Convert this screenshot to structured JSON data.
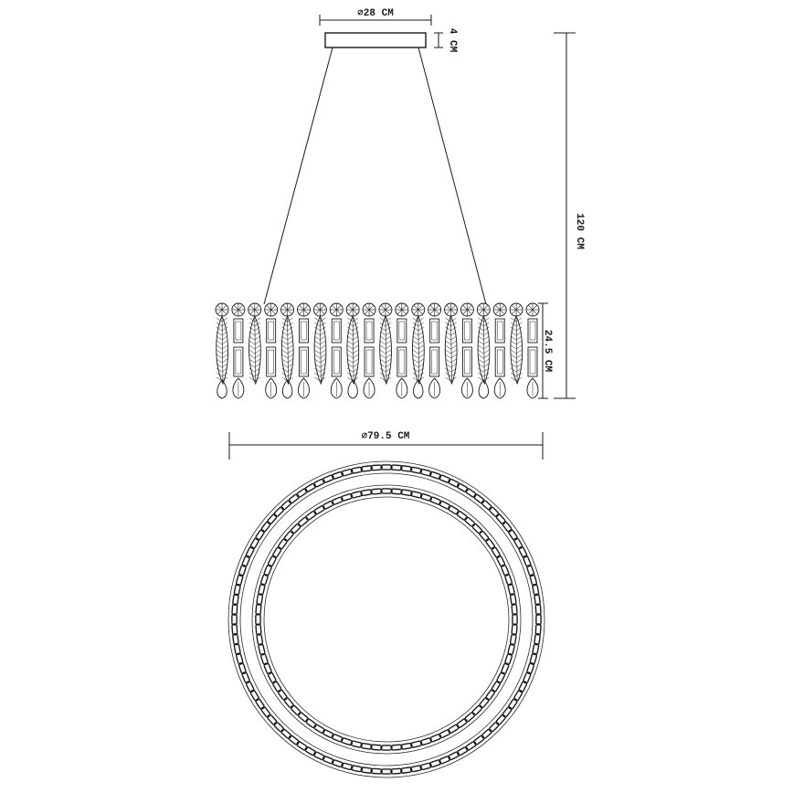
{
  "dimensions": {
    "canopy_diameter": "⌀28 CM",
    "canopy_height": "4 CM",
    "total_height": "120 CM",
    "crystal_height": "24.5 CM",
    "ring_diameter": "⌀79.5 CM"
  },
  "crystal_row": {
    "top_medallion_count": 20,
    "drop_count": 20
  },
  "top_view": {
    "ring_count": 2,
    "outer_links": 96,
    "inner_links": 80
  },
  "colors": {
    "line": "#1a1a1a",
    "background": "#ffffff"
  }
}
